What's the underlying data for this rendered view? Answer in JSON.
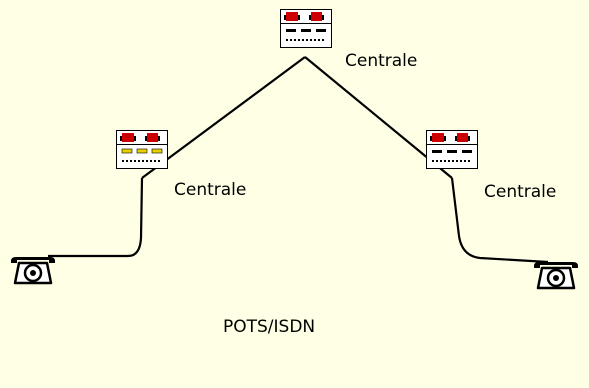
{
  "diagram": {
    "nodes": [
      {
        "id": "exchange-left",
        "type": "exchange",
        "label": "Centrale"
      },
      {
        "id": "exchange-top",
        "type": "exchange",
        "label": "Centrale"
      },
      {
        "id": "exchange-right",
        "type": "exchange",
        "label": "Centrale"
      },
      {
        "id": "phone-left",
        "type": "telephone"
      },
      {
        "id": "phone-right",
        "type": "telephone"
      }
    ],
    "edges": [
      {
        "from": "phone-left",
        "to": "exchange-left"
      },
      {
        "from": "exchange-left",
        "to": "exchange-top"
      },
      {
        "from": "exchange-top",
        "to": "exchange-right"
      },
      {
        "from": "exchange-right",
        "to": "phone-right"
      }
    ],
    "caption": "POTS/ISDN"
  },
  "colors": {
    "background": "#ffffe6",
    "line": "#000000",
    "switch_red": "#cc0000",
    "switch_yellow": "#e8d000"
  }
}
